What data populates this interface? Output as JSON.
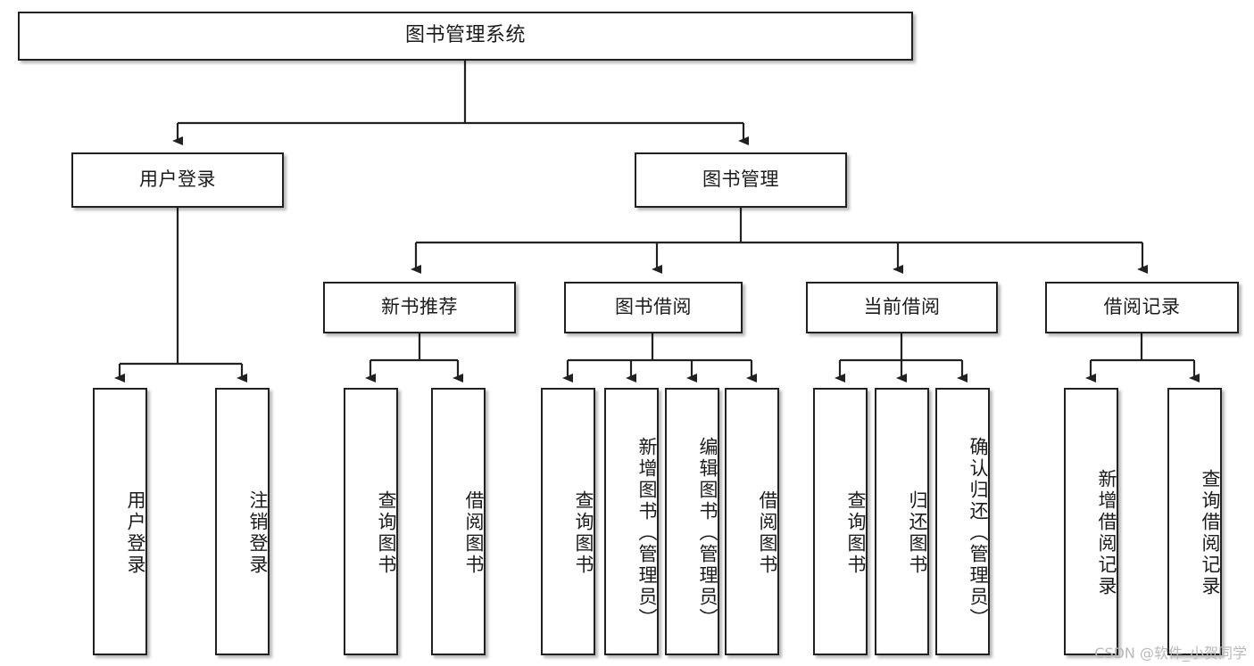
{
  "diagram": {
    "type": "tree-hierarchy",
    "title": "图书管理系统",
    "watermark": "CSDN @软件_小贺同学",
    "colors": {
      "box_border": "#23211f",
      "box_fill": "#ffffff",
      "line": "#23211f",
      "text": "#1b1b1b",
      "watermark": "#b9b9b9",
      "background": "#ffffff"
    },
    "levels": {
      "root": {
        "label": "图书管理系统"
      },
      "level2": [
        {
          "label": "用户登录"
        },
        {
          "label": "图书管理"
        }
      ],
      "level3": [
        {
          "label": "新书推荐"
        },
        {
          "label": "图书借阅"
        },
        {
          "label": "当前借阅"
        },
        {
          "label": "借阅记录"
        }
      ],
      "leaves": {
        "user_login": [
          {
            "label": "用户登录"
          },
          {
            "label": "注销登录"
          }
        ],
        "new_book_recommend": [
          {
            "label": "查询图书"
          },
          {
            "label": "借阅图书"
          }
        ],
        "book_borrow": [
          {
            "label": "查询图书"
          },
          {
            "label": "新增图书（管理员）"
          },
          {
            "label": "编辑图书（管理员）"
          },
          {
            "label": "借阅图书"
          }
        ],
        "current_borrow": [
          {
            "label": "查询图书"
          },
          {
            "label": "归还图书"
          },
          {
            "label": "确认归还（管理员）"
          }
        ],
        "borrow_record": [
          {
            "label": "新增借阅记录"
          },
          {
            "label": "查询借阅记录"
          }
        ]
      }
    }
  }
}
